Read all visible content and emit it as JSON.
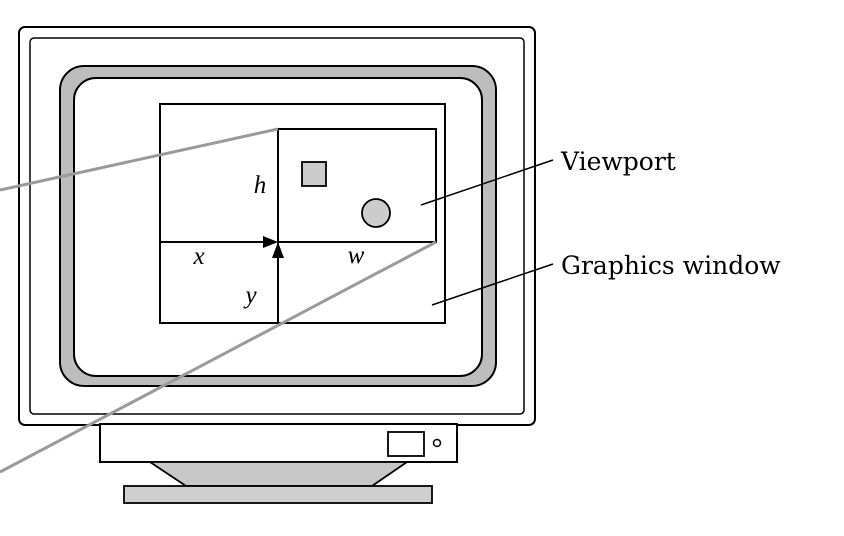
{
  "labels": {
    "viewport": "Viewport",
    "graphics_window": "Graphics window",
    "h": "h",
    "w": "w",
    "x": "x",
    "y": "y"
  },
  "colors": {
    "stroke": "#000000",
    "bezel": "#bdbdbd",
    "sight_line": "#9a9a9a",
    "square_fill": "#cccccc",
    "circle_fill": "#cccccc",
    "stand_fill": "#c8c8c8",
    "background": "#ffffff"
  }
}
